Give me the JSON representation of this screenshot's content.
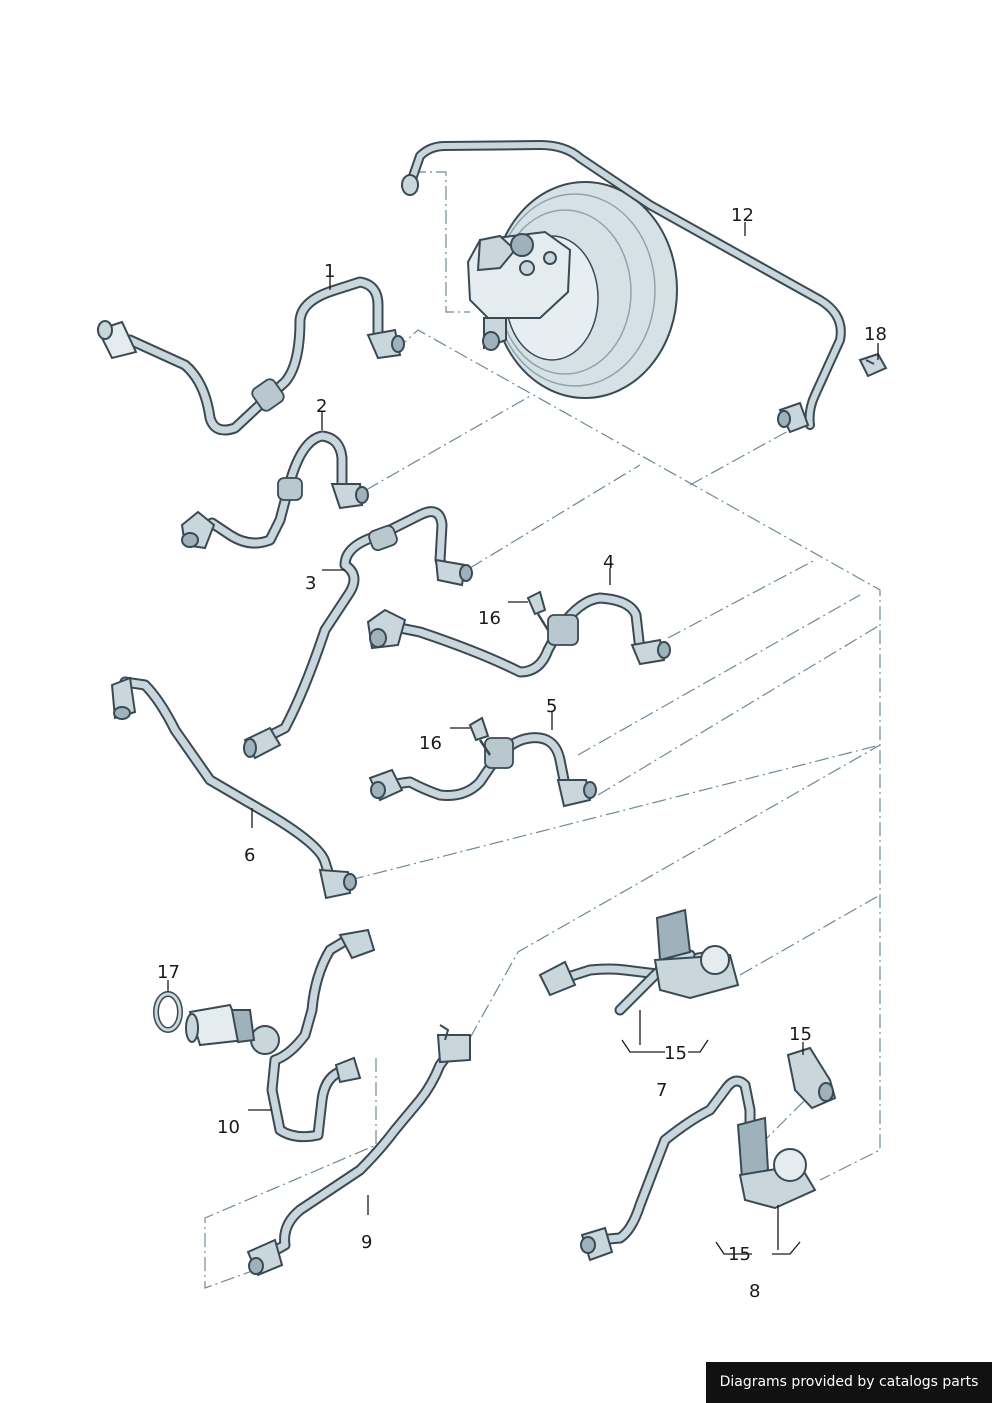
{
  "labels": {
    "l1": "1",
    "l2": "2",
    "l3": "3",
    "l4": "4",
    "l5": "5",
    "l6": "6",
    "l7": "7",
    "l8": "8",
    "l9": "9",
    "l10": "10",
    "l12": "12",
    "l15a": "15",
    "l15b": "15",
    "l15c": "15",
    "l16a": "16",
    "l16b": "16",
    "l17": "17",
    "l18": "18"
  },
  "watermark": "Diagrams provided by catalogs parts"
}
